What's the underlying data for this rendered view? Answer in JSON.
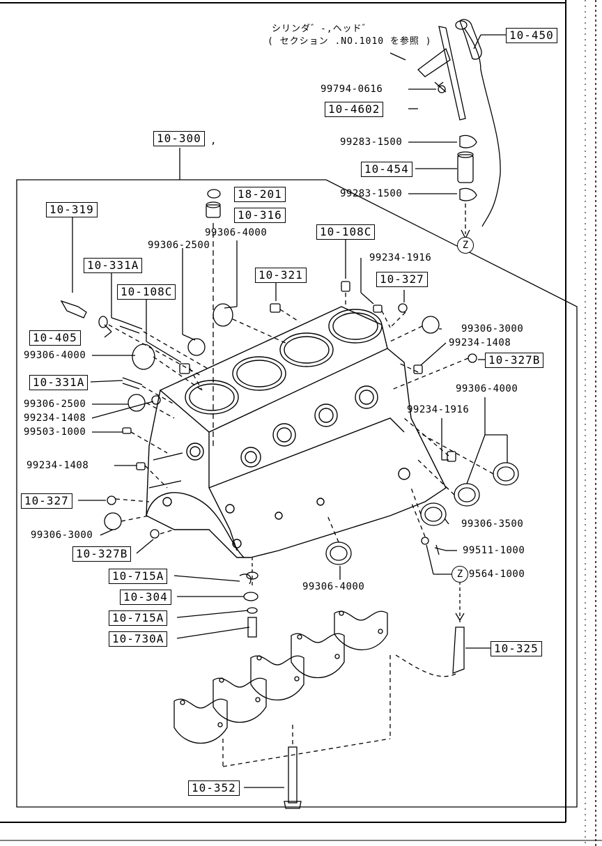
{
  "header_note": {
    "line1": "シリンダ゛-,ヘッド゛",
    "line2": "( セクション .NO.1010 を参照 )"
  },
  "boxed_part_numbers": {
    "p10_450": "10-450",
    "p10_4602": "10-4602",
    "p10_454": "10-454",
    "p10_300": "10-300",
    "p18_201": "18-201",
    "p10_316": "10-316",
    "p10_319": "10-319",
    "p10_108c_top": "10-108C",
    "p10_321": "10-321",
    "p10_327_top": "10-327",
    "p10_331a_top": "10-331A",
    "p10_108c_left": "10-108C",
    "p10_405": "10-405",
    "p10_327b_right": "10-327B",
    "p10_331a_left": "10-331A",
    "p10_327_left": "10-327",
    "p10_327b_bottom": "10-327B",
    "p10_715a_top": "10-715A",
    "p10_304": "10-304",
    "p10_715a_bottom": "10-715A",
    "p10_730a": "10-730A",
    "p10_325": "10-325",
    "p10_352": "10-352"
  },
  "plain_part_numbers": {
    "n99794_0616": "99794-0616",
    "n99283_1500_a": "99283-1500",
    "n99283_1500_b": "99283-1500",
    "n99306_4000_top": "99306-4000",
    "n99306_2500_top": "99306-2500",
    "n99234_1916_top": "99234-1916",
    "n99306_3000_right": "99306-3000",
    "n99234_1408_right": "99234-1408",
    "n99306_4000_left": "99306-4000",
    "n99306_4000_right": "99306-4000",
    "n99306_2500_left": "99306-2500",
    "n99234_1408_left": "99234-1408",
    "n99503_1000": "99503-1000",
    "n99234_1916_mid": "99234-1916",
    "n99234_1408_left2": "99234-1408",
    "n99306_3500": "99306-3500",
    "n99306_3000_left": "99306-3000",
    "n99511_1000": "99511-1000",
    "n99564_1000": "99564-1000",
    "n99306_4000_bottom": "99306-4000"
  },
  "connector_markers": {
    "top": "Z",
    "bottom": "Z"
  },
  "trailing_comma": ","
}
